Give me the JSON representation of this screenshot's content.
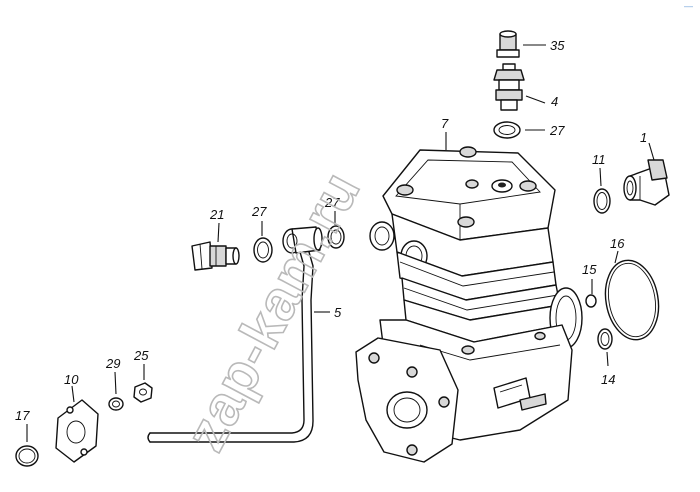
{
  "diagram": {
    "watermark": "zap-kam.ru",
    "corner_mark": "—",
    "callouts": {
      "p35": "35",
      "p4": "4",
      "p27a": "27",
      "p7": "7",
      "p1": "1",
      "p11": "11",
      "p21": "21",
      "p27b": "27",
      "p27c": "27",
      "p16": "16",
      "p15": "15",
      "p5": "5",
      "p14": "14",
      "p25": "25",
      "p29": "29",
      "p10": "10",
      "p17": "17"
    }
  }
}
